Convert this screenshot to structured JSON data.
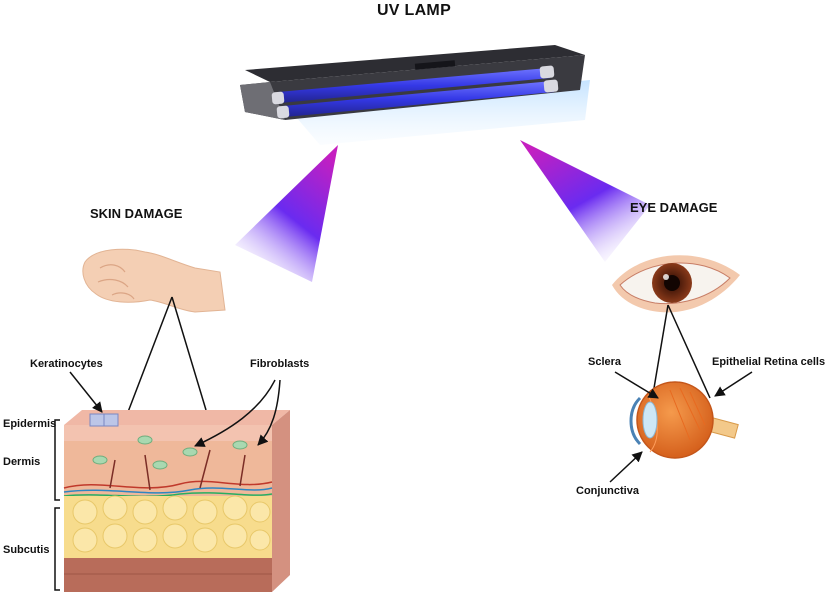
{
  "title": "UV LAMP",
  "skin": {
    "heading": "SKIN DAMAGE",
    "labels": {
      "keratinocytes": "Keratinocytes",
      "fibroblasts": "Fibroblasts",
      "epidermis": "Epidermis",
      "dermis": "Dermis",
      "subcutis": "Subcutis"
    }
  },
  "eye": {
    "heading": "EYE DAMAGE",
    "labels": {
      "sclera": "Sclera",
      "epithelial_retina": "Epithelial Retina cells",
      "conjunctiva": "Conjunctiva"
    }
  },
  "colors": {
    "uv_beam_start": "#c51fc0",
    "uv_beam_mid": "#6a2bf0",
    "lamp_tube": "#3b3ff0",
    "lamp_body": "#3a3a3f",
    "skin_tone": "#f4cfb4",
    "dermis": "#efb89a",
    "fat": "#f7dc8d",
    "muscle": "#b86c5a",
    "iris": "#6b2a14",
    "eyeball": "#e9782a"
  }
}
